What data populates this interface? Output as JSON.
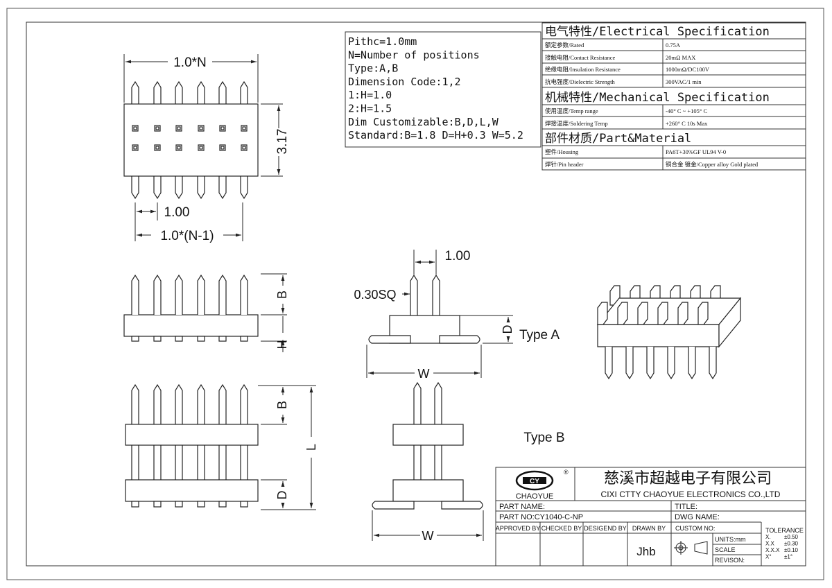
{
  "notes": {
    "lines": [
      "Pithc=1.0mm",
      "N=Number of positions",
      "Type:A,B",
      "Dimension Code:1,2",
      "1:H=1.0",
      "2:H=1.5",
      "Dim Customizable:B,D,L,W",
      "Standard:B=1.8 D=H+0.3 W=5.2"
    ]
  },
  "spec": {
    "electrical_title": "电气特性/Electrical Specification",
    "electrical_rows": [
      {
        "label": "额定参数/Rated",
        "value": "0.75A"
      },
      {
        "label": "接触电阻/Contact Resistance",
        "value": "20mΩ MAX"
      },
      {
        "label": "绝缘电阻/Insulation Resistance",
        "value": "1000mΩ/DC100V"
      },
      {
        "label": "抗电强度/Dielectric Strength",
        "value": "300VAC/1 min"
      }
    ],
    "mechanical_title": "机械特性/Mechanical Specification",
    "mechanical_rows": [
      {
        "label": "使用温度/Temp range",
        "value": "-40° C ~ +105° C"
      },
      {
        "label": "焊接温度/Soldering Temp",
        "value": "+260° C  10s Max"
      }
    ],
    "material_title": "部件材质/Part&Material",
    "material_rows": [
      {
        "label": "塑件/Housing",
        "value": "PA6T+30%GF  UL94  V-0"
      },
      {
        "label": "焊针/Pin header",
        "value": "铜合金 镀金/Copper alloy Gold plated"
      }
    ]
  },
  "dims": {
    "top_width": "1.0*N",
    "height_317": "3.17",
    "pitch_100": "1.00",
    "span": "1.0*(N-1)",
    "b": "B",
    "h": "H",
    "d": "D",
    "l": "L",
    "w": "W",
    "pitch_side": "1.00",
    "sq": "0.30SQ"
  },
  "labels": {
    "type_a": "Type A",
    "type_b": "Type B"
  },
  "title_block": {
    "company_cn": "慈溪市超越电子有限公司",
    "company_en": "CIXI CTTY CHAOYUE ELECTRONICS CO.,LTD",
    "logo_text": "CHAOYUE",
    "part_name": "PART NAME:",
    "title": "TITLE:",
    "part_no": "PART NO:CY1040-C-NP",
    "dwg_name": "DWG NAME:",
    "approved_by": "APPROVED BY",
    "checked_by": "CHECKED BY",
    "designed_by": "DESIGEND BY",
    "drawn_by": "DRAWN BY",
    "drawer": "Jhb",
    "custom_no": "CUSTOM NO:",
    "units": "UNITS:mm",
    "scale": "SCALE",
    "revision": "REVISON:",
    "tolerance_title": "TOLERANCE",
    "tolerance": [
      {
        "fmt": "X.",
        "val": "±0.50"
      },
      {
        "fmt": "X.X",
        "val": "±0.30"
      },
      {
        "fmt": "X.X.X",
        "val": "±0.10"
      },
      {
        "fmt": "X°",
        "val": "±1°"
      }
    ]
  }
}
